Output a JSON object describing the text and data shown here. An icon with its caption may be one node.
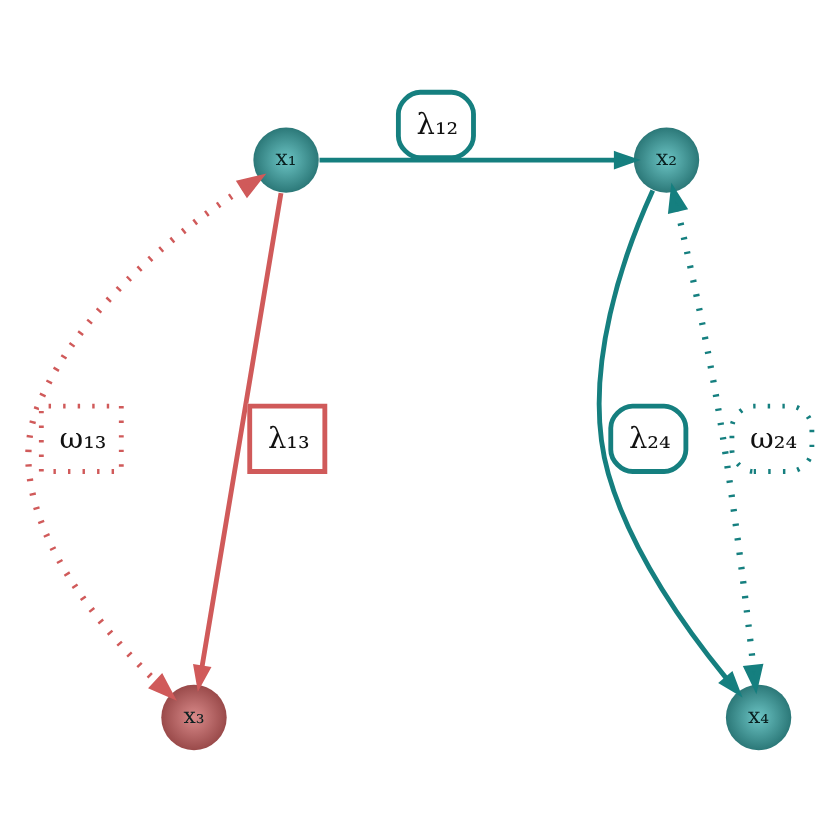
{
  "diagram": {
    "nodes": [
      {
        "text": [
          "x₁"
        ]
      },
      {
        "text": [
          "x₂"
        ]
      },
      {
        "text": [
          "x₃"
        ]
      },
      {
        "text": [
          "x₄"
        ]
      }
    ],
    "edges": [
      {
        "from": 0,
        "to": 1,
        "arrow": "to",
        "label": "λ₁₂"
      },
      {
        "from": 0,
        "to": 2,
        "arrow": "both",
        "label": "ω₁₃",
        "style": "dashed",
        "color": "#d05a5a"
      },
      {
        "from": 0,
        "to": 2,
        "arrow": "to",
        "label": "λ₁₃",
        "color": "#d05a5a"
      },
      {
        "from": 1,
        "to": 3,
        "arrow": "to",
        "label": "λ₂₄"
      },
      {
        "from": 1,
        "to": 3,
        "arrow": "both",
        "label": "ω₂₄",
        "style": "dashed"
      }
    ]
  }
}
